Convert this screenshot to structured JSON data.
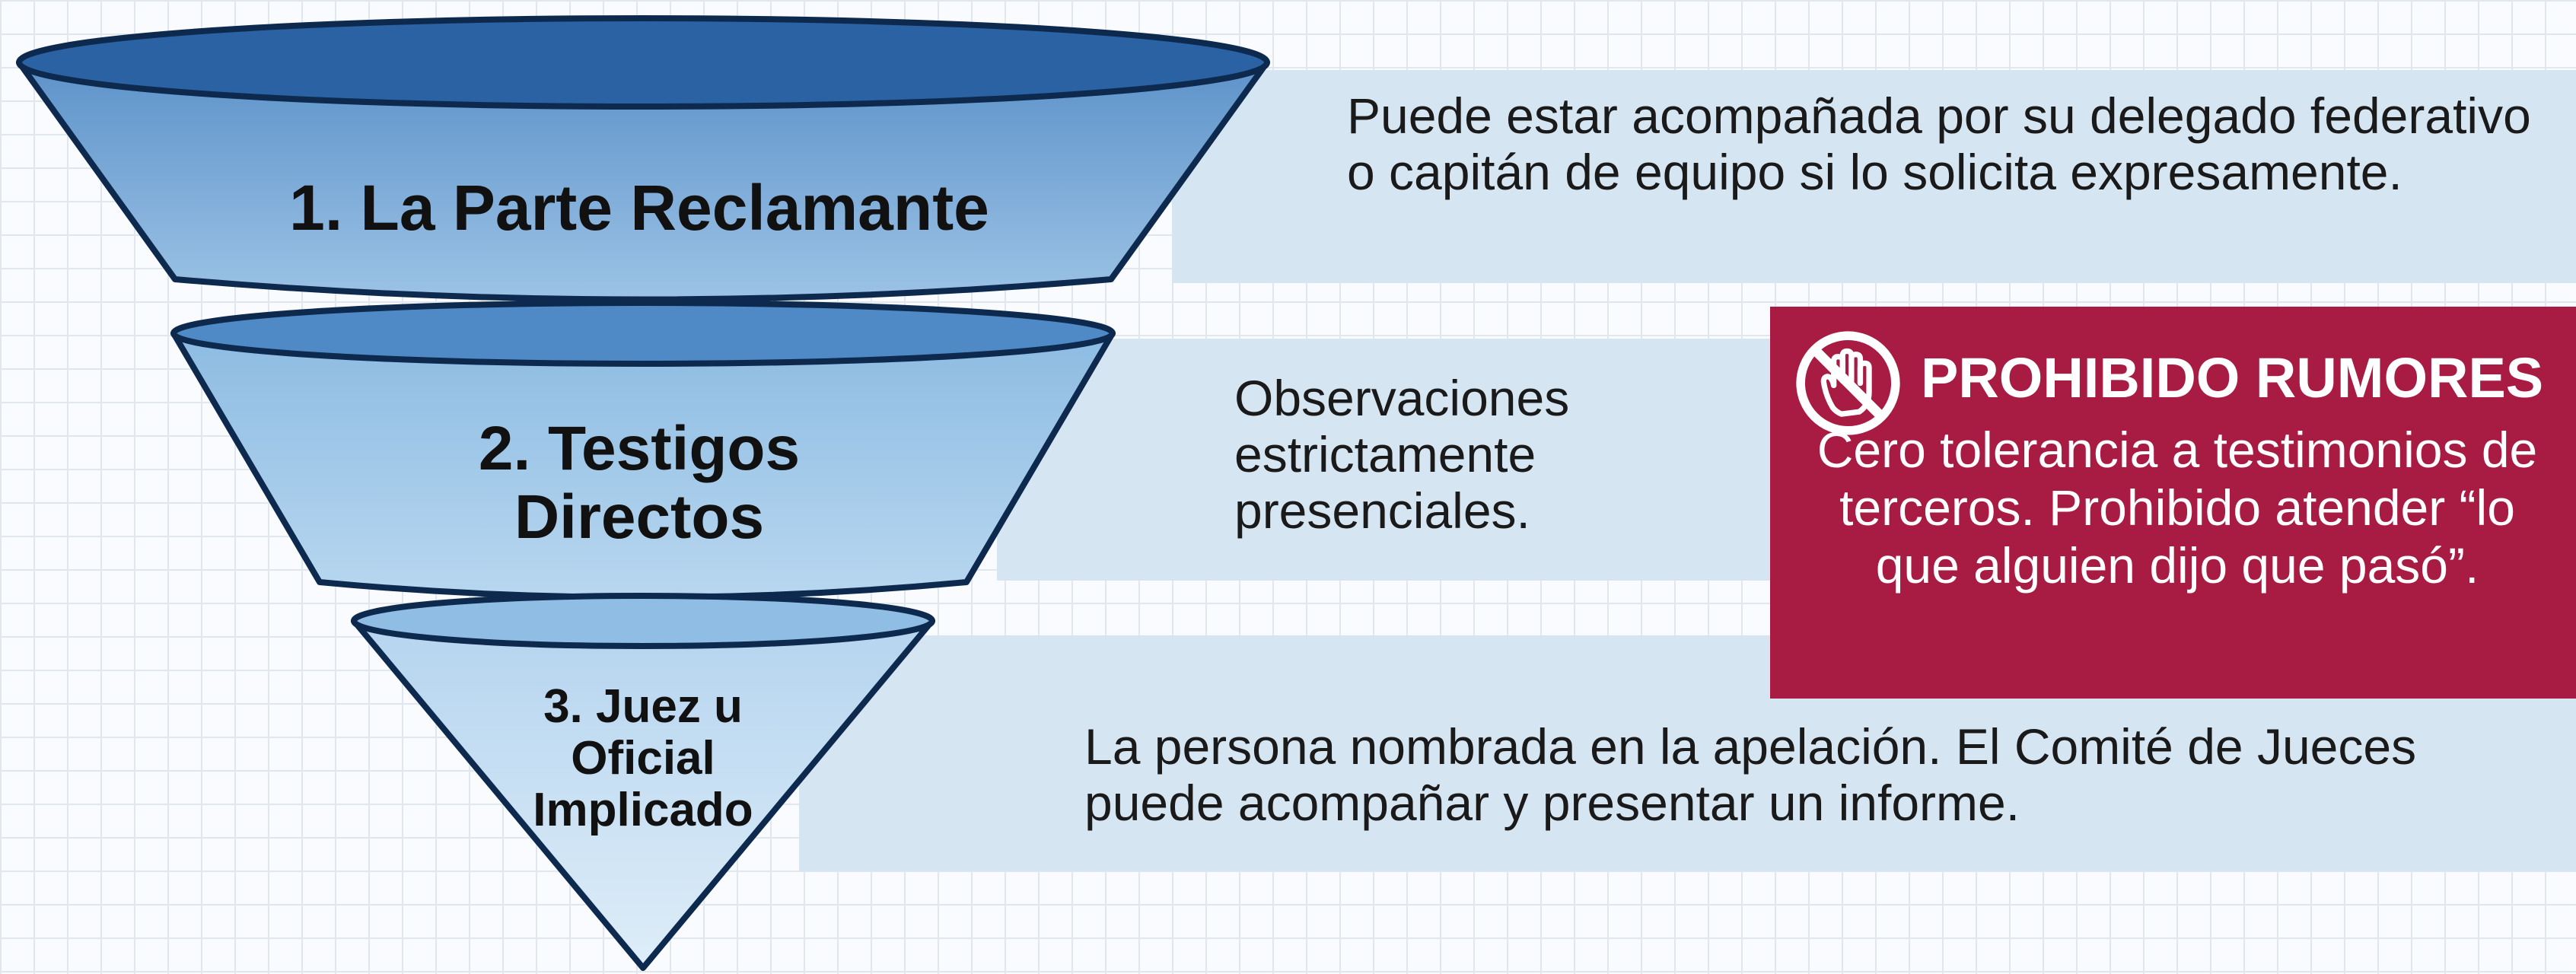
{
  "tiers": [
    {
      "label": "1. La Parte Reclamante",
      "description": "Puede estar acompañada por su delegado federativo o capitán de equipo si lo solicita expresamente."
    },
    {
      "label_line1": "2. Testigos",
      "label_line2": "Directos",
      "description": "Observaciones estrictamente presenciales."
    },
    {
      "label_line1": "3. Juez u",
      "label_line2": "Oficial",
      "label_line3": "Implicado",
      "description": "La persona nombrada en la apelación. El Comité de Jueces puede acompañar y presentar un informe."
    }
  ],
  "warning": {
    "title": "PROHIBIDO RUMORES",
    "body": "Cero tolerancia a testimonios de terceros. Prohibido atender “lo que alguien dijo que pasó”.",
    "icon": "no-hand-icon"
  },
  "colors": {
    "tier1": "#7facd8",
    "tier2": "#a2c9e9",
    "tier3": "#cde3f5",
    "outline": "#0d2a4e",
    "band": "#d6e5f2",
    "warning": "#a81b43"
  }
}
